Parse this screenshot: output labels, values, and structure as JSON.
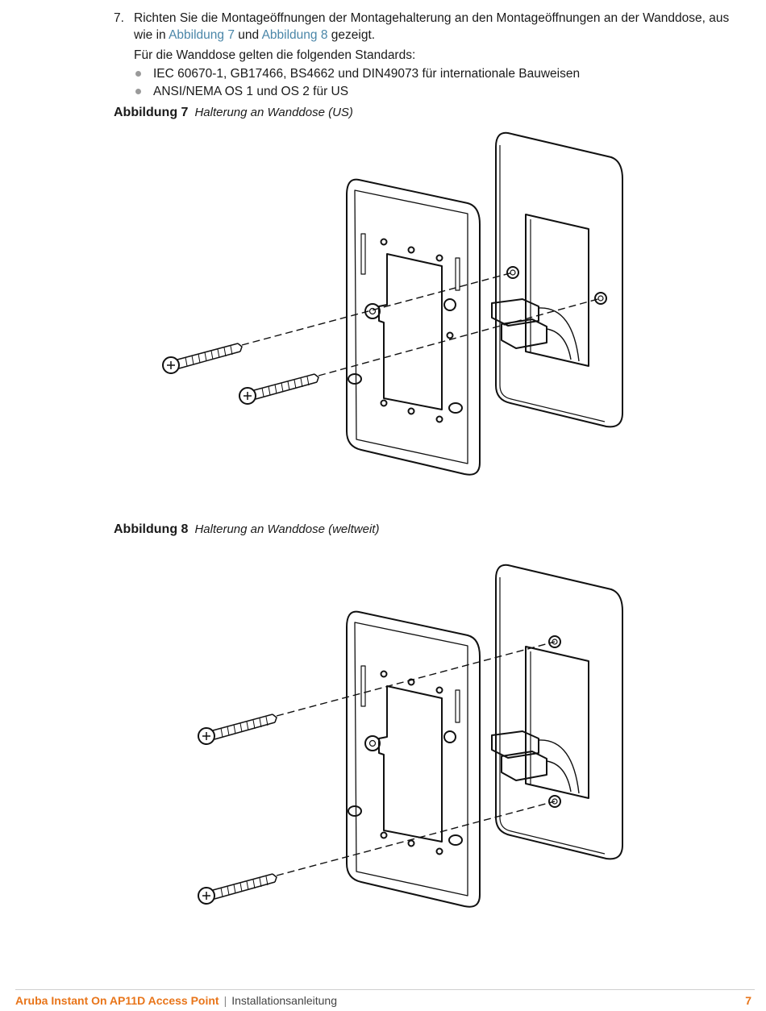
{
  "step": {
    "number": "7.",
    "text_before": "Richten Sie die Montageöffnungen der Montagehalterung an den Montageöffnungen an der Wanddose, aus wie in ",
    "link1": "Abbildung 7",
    "text_mid": " und ",
    "link2": "Abbildung 8",
    "text_after": " gezeigt.",
    "standards_intro": "Für die Wanddose gelten die folgenden Standards:",
    "standards": [
      "IEC 60670-1, GB17466, BS4662 und DIN49073 für internationale Bauweisen",
      "ANSI/NEMA OS 1 und OS 2 für US"
    ]
  },
  "figures": [
    {
      "label": "Abbildung 7",
      "title": "Halterung an Wanddose (US)"
    },
    {
      "label": "Abbildung 8",
      "title": "Halterung an Wanddose (weltweit)"
    }
  ],
  "footer": {
    "product": "Aruba Instant On AP11D Access Point",
    "separator": "|",
    "doc": "Installationsanleitung",
    "page": "7"
  }
}
